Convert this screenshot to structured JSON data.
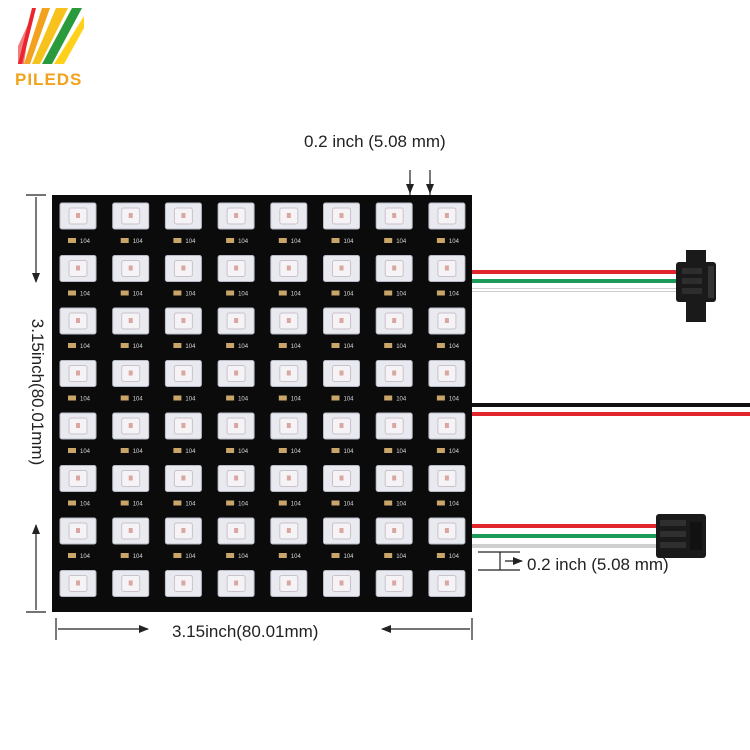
{
  "brand": {
    "name": "PILEDS",
    "colors": [
      "#e8262b",
      "#f2a21c",
      "#2a9b3c",
      "#ffd11a"
    ]
  },
  "dimensions": {
    "top_pitch": "0.2 inch (5.08 mm)",
    "right_pitch": "0.2 inch (5.08 mm)",
    "width": "3.15inch(80.01mm)",
    "height": "3.15inch(80.01mm)"
  },
  "matrix": {
    "rows": 8,
    "cols": 8,
    "component_label": "104",
    "board_color": "#0b0b0b",
    "led_color": "#e9eaf0"
  },
  "wires": {
    "colors": [
      "#e0262c",
      "#1c9a5a",
      "#ffffff",
      "#111111"
    ]
  }
}
